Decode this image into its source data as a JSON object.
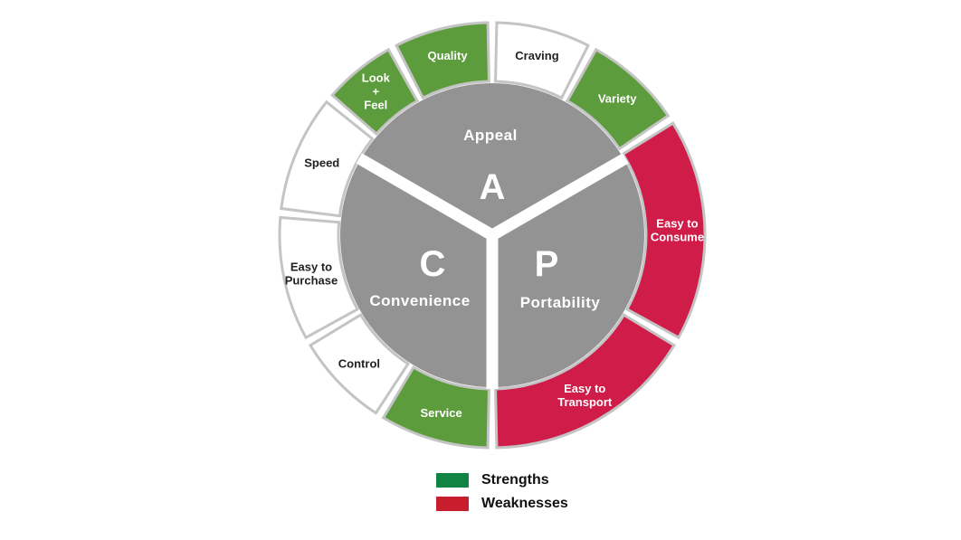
{
  "colors": {
    "strength": "#5c9c3c",
    "weakness": "#d01c48",
    "neutral": "#ffffff",
    "core": "#939393",
    "outline": "#c4c4c4"
  },
  "core": [
    {
      "id": "appeal",
      "letter": "A",
      "label": "Appeal"
    },
    {
      "id": "convenience",
      "letter": "C",
      "label": "Convenience"
    },
    {
      "id": "portability",
      "letter": "P",
      "label": "Portability"
    }
  ],
  "segments": [
    {
      "id": "quality",
      "lines": [
        "Quality"
      ],
      "status": "strength"
    },
    {
      "id": "craving",
      "lines": [
        "Craving"
      ],
      "status": "neutral"
    },
    {
      "id": "variety",
      "lines": [
        "Variety"
      ],
      "status": "strength"
    },
    {
      "id": "easy-to-consume",
      "lines": [
        "Easy to",
        "Consume"
      ],
      "status": "weakness"
    },
    {
      "id": "easy-to-transport",
      "lines": [
        "Easy to",
        "Transport"
      ],
      "status": "weakness"
    },
    {
      "id": "service",
      "lines": [
        "Service"
      ],
      "status": "strength"
    },
    {
      "id": "control",
      "lines": [
        "Control"
      ],
      "status": "neutral"
    },
    {
      "id": "easy-to-purchase",
      "lines": [
        "Easy to",
        "Purchase"
      ],
      "status": "neutral"
    },
    {
      "id": "speed",
      "lines": [
        "Speed"
      ],
      "status": "neutral"
    },
    {
      "id": "look-feel",
      "lines": [
        "Look",
        "+",
        "Feel"
      ],
      "status": "strength"
    }
  ],
  "legend": {
    "strengths": "Strengths",
    "weaknesses": "Weaknesses",
    "strengths_color": "#118443",
    "weaknesses_color": "#c71d2c"
  }
}
